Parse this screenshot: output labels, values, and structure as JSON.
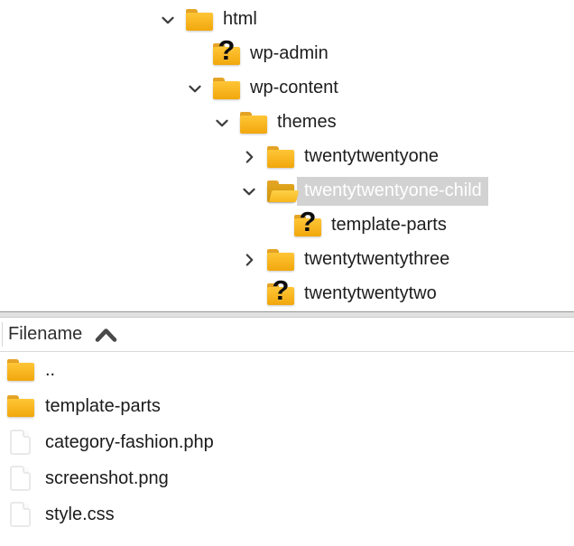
{
  "app": {
    "description": "Remote file browser with directory tree and file list",
    "selected_item": "twentytwentyone-child"
  },
  "tree": {
    "rows": [
      {
        "label": "html",
        "level": 0,
        "twisty": "down",
        "icon": "folder",
        "selected": false
      },
      {
        "label": "wp-admin",
        "level": 1,
        "twisty": "none",
        "icon": "folder-question",
        "selected": false
      },
      {
        "label": "wp-content",
        "level": 1,
        "twisty": "down",
        "icon": "folder",
        "selected": false
      },
      {
        "label": "themes",
        "level": 2,
        "twisty": "down",
        "icon": "folder",
        "selected": false
      },
      {
        "label": "twentytwentyone",
        "level": 3,
        "twisty": "right",
        "icon": "folder",
        "selected": false
      },
      {
        "label": "twentytwentyone-child",
        "level": 3,
        "twisty": "down",
        "icon": "folder-open",
        "selected": true
      },
      {
        "label": "template-parts",
        "level": 4,
        "twisty": "none",
        "icon": "folder-question",
        "selected": false
      },
      {
        "label": "twentytwentythree",
        "level": 3,
        "twisty": "right",
        "icon": "folder",
        "selected": false
      },
      {
        "label": "twentytwentytwo",
        "level": 3,
        "twisty": "none",
        "icon": "folder-question",
        "selected": false
      }
    ],
    "question_mark_glyph": "?"
  },
  "file_list": {
    "header": {
      "column_label": "Filename",
      "sort_direction": "ascending",
      "sort_icon": "chevron-up-icon"
    },
    "rows": [
      {
        "name": "..",
        "icon": "folder"
      },
      {
        "name": "template-parts",
        "icon": "folder"
      },
      {
        "name": "category-fashion.php",
        "icon": "file"
      },
      {
        "name": "screenshot.png",
        "icon": "file"
      },
      {
        "name": "style.css",
        "icon": "file"
      }
    ]
  },
  "colors": {
    "folder_amber_top": "#ffc636",
    "folder_amber_bottom": "#f1a70d",
    "folder_tab": "#e5a426",
    "open_folder_back": "#d89c12",
    "open_folder_flap": "#ffd149",
    "selection_background": "#d2d2d2",
    "selection_text": "#ffffff",
    "text": "#1d1d1f",
    "chevron": "#3d3d3d",
    "sort_chevron": "#4a4a4a",
    "splitter_fill": "#e1e1e1",
    "splitter_border_top": "#979797",
    "header_divider": "#d9d9d9"
  }
}
